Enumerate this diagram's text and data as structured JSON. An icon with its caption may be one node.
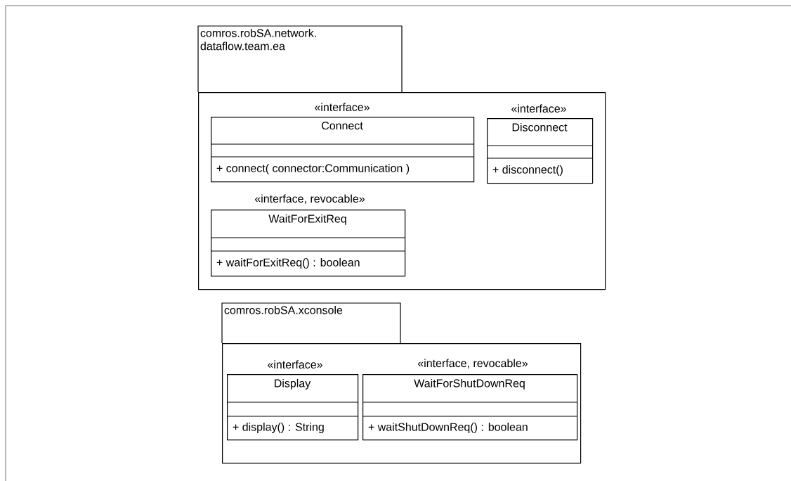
{
  "diagram": {
    "nodes": [
      {
        "text": [
          "comros.robSA.network. dataflow.team.ea"
        ]
      },
      {
        "text": [
          "«interface»",
          "Connect",
          "+  connect( connector:Communication )"
        ],
        "in": 0
      },
      {
        "text": [
          "«interface»",
          "Disconnect",
          "+ disconnect()"
        ],
        "in": 0
      },
      {
        "text": [
          "«interface, revocable»",
          "WaitForExitReq",
          "+ waitForExitReq()  : boolean"
        ],
        "in": 0
      },
      {
        "text": [
          "comros.robSA.xconsole"
        ]
      },
      {
        "text": [
          "«interface»",
          "Display",
          "+ display()  : String"
        ],
        "in": 4
      },
      {
        "text": [
          "«interface, revocable»",
          "WaitForShutDownReq",
          "+ waitShutDownReq()  : boolean"
        ],
        "in": 4
      }
    ]
  }
}
